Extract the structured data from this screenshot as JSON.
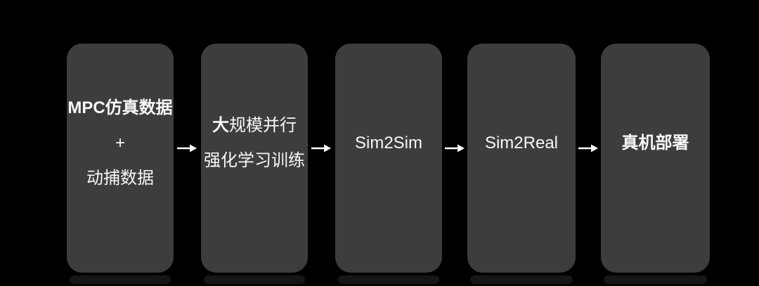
{
  "theme": {
    "background": "#000000",
    "node_fill": "#3d3d3d",
    "text_color": "#f7f7f7",
    "arrow_color": "#ffffff"
  },
  "diagram": {
    "type": "flowchart",
    "direction": "left-to-right",
    "nodes": [
      {
        "id": "mpc-data",
        "lines": [
          {
            "segments": [
              {
                "text": "MPC仿真数据",
                "bold": true
              }
            ]
          },
          {
            "segments": [
              {
                "text": "+",
                "bold": false
              }
            ]
          },
          {
            "segments": [
              {
                "text": "动捕数据",
                "bold": false
              }
            ]
          }
        ]
      },
      {
        "id": "rl-training",
        "lines": [
          {
            "segments": [
              {
                "text": "大",
                "bold": true
              },
              {
                "text": "规模并行",
                "bold": false
              }
            ]
          },
          {
            "segments": [
              {
                "text": "强化学习训练",
                "bold": false
              }
            ]
          }
        ]
      },
      {
        "id": "sim2sim",
        "lines": [
          {
            "segments": [
              {
                "text": "Sim2Sim",
                "bold": false
              }
            ]
          }
        ]
      },
      {
        "id": "sim2real",
        "lines": [
          {
            "segments": [
              {
                "text": "Sim2Real",
                "bold": false
              }
            ]
          }
        ]
      },
      {
        "id": "deployment",
        "lines": [
          {
            "segments": [
              {
                "text": "真机部署",
                "bold": true
              }
            ]
          }
        ]
      }
    ],
    "edges": [
      {
        "from": "mpc-data",
        "to": "rl-training"
      },
      {
        "from": "rl-training",
        "to": "sim2sim"
      },
      {
        "from": "sim2sim",
        "to": "sim2real"
      },
      {
        "from": "sim2real",
        "to": "deployment"
      }
    ]
  }
}
